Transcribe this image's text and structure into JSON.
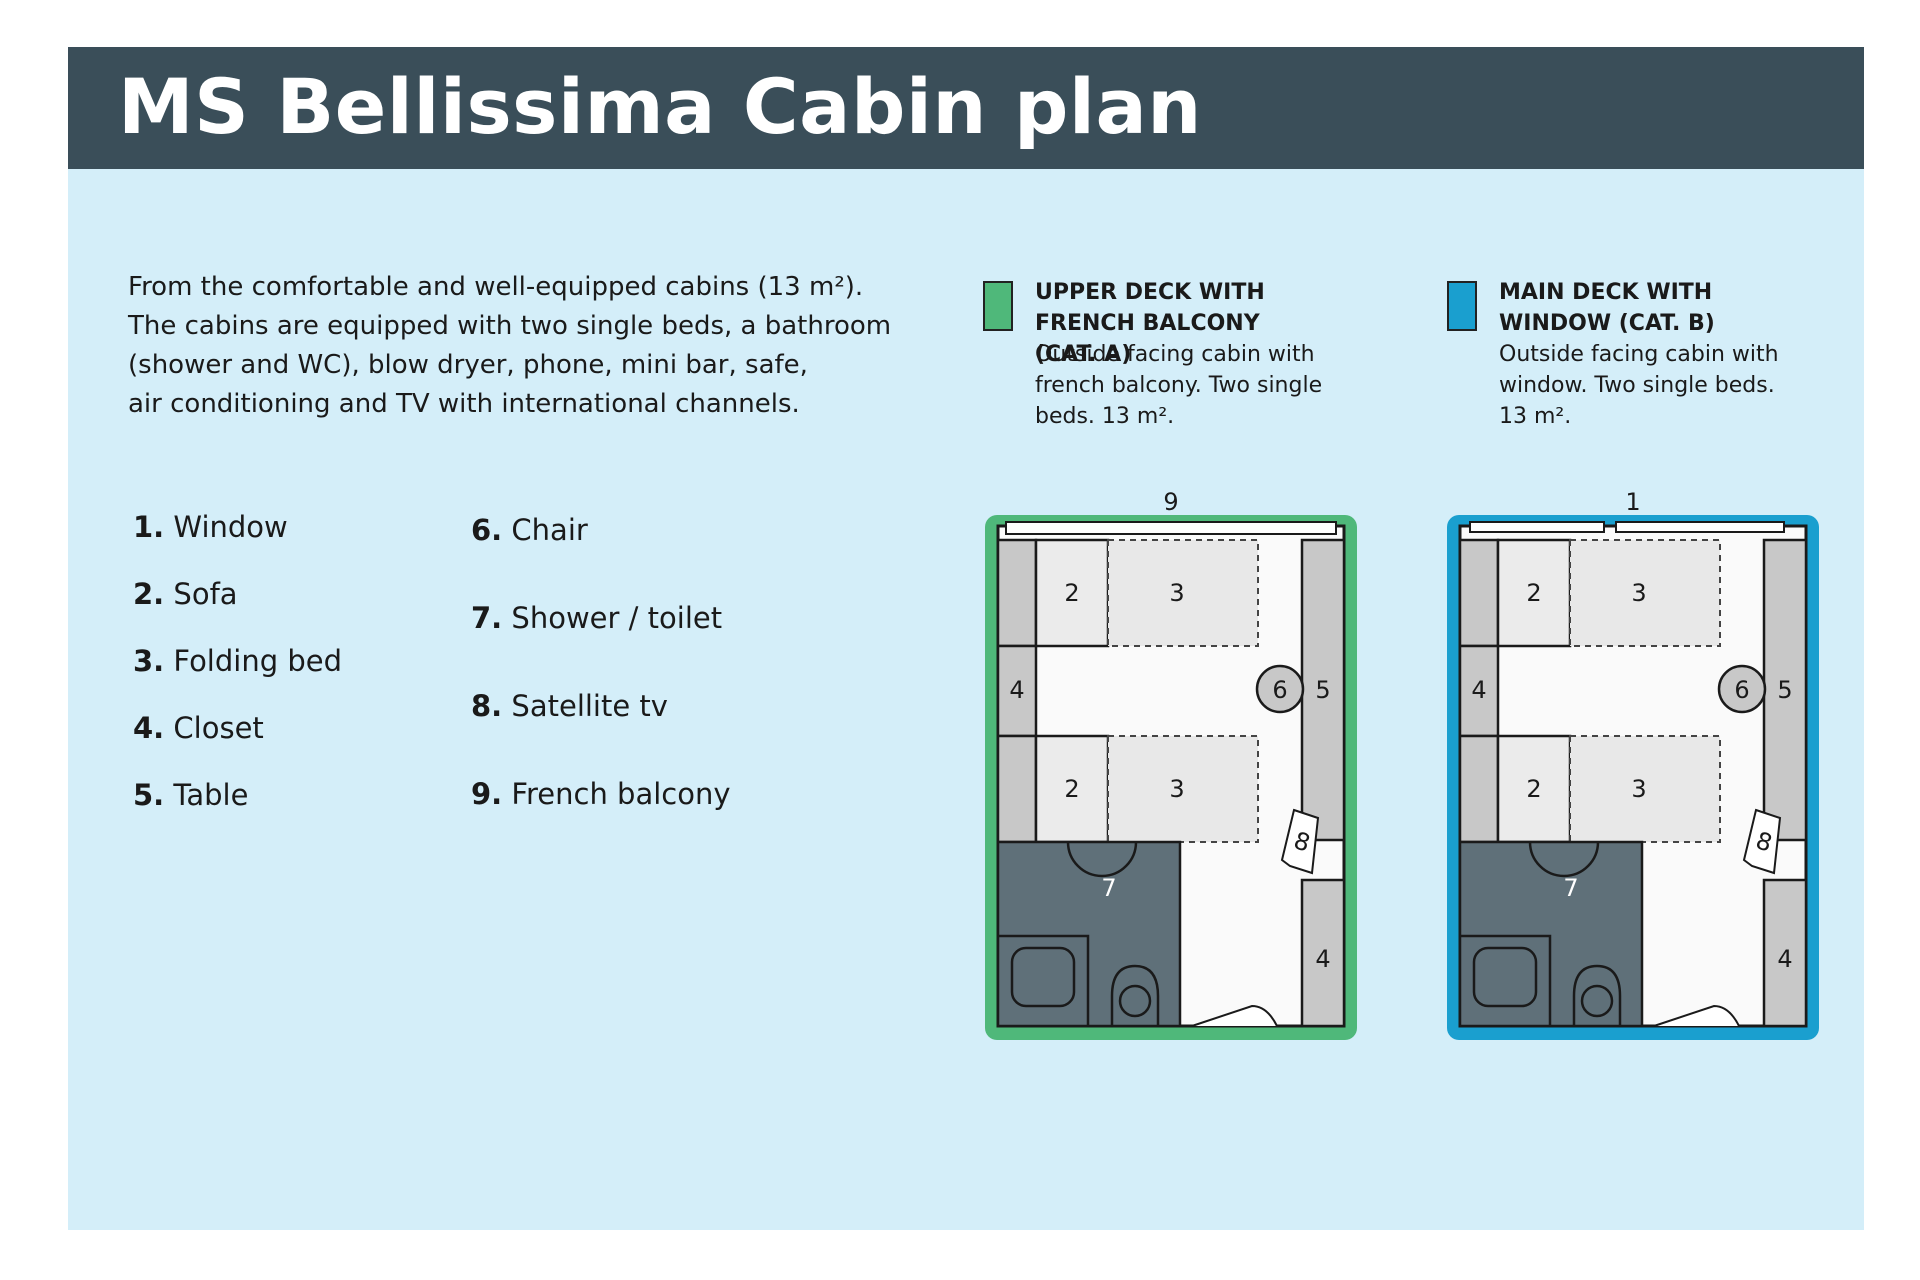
{
  "title": "MS Bellissima Cabin plan",
  "intro": [
    "From the comfortable and well-equipped cabins (13 m²).",
    "The cabins are equipped with two single beds, a bathroom",
    "(shower and WC), blow dryer, phone, mini bar, safe,",
    "air conditioning and TV with international channels."
  ],
  "legend": {
    "left": [
      {
        "num": "1.",
        "label": "Window"
      },
      {
        "num": "2.",
        "label": "Sofa"
      },
      {
        "num": "3.",
        "label": "Folding bed"
      },
      {
        "num": "4.",
        "label": "Closet"
      },
      {
        "num": "5.",
        "label": "Table"
      }
    ],
    "right": [
      {
        "num": "6.",
        "label": "Chair"
      },
      {
        "num": "7.",
        "label": "Shower / toilet"
      },
      {
        "num": "8.",
        "label": "Satellite tv"
      },
      {
        "num": "9.",
        "label": "French balcony"
      }
    ]
  },
  "categories": [
    {
      "heading_1": "UPPER DECK WITH",
      "heading_2": "FRENCH BALCONY (CAT. A)",
      "desc_1": "Outside facing cabin with",
      "desc_2": "french balcony. Two single",
      "desc_3": "beds. 13 m².",
      "color": "#4fb87a",
      "top_marker": "9"
    },
    {
      "heading_1": "MAIN DECK WITH",
      "heading_2": "WINDOW (CAT. B)",
      "desc_1": "Outside facing cabin with",
      "desc_2": "window. Two single beds.",
      "desc_3": "13 m².",
      "color": "#1a9fcf",
      "top_marker": "1"
    }
  ],
  "plan_labels": {
    "sofa": "2",
    "folding_bed": "3",
    "closet": "4",
    "table": "5",
    "chair": "6",
    "shower_toilet": "7",
    "satellite_tv": "8"
  },
  "colors": {
    "banner": "#3a4e59",
    "panel": "#d4eef9",
    "bathroom": "#5f7079",
    "furniture": "#c8c8c8"
  }
}
